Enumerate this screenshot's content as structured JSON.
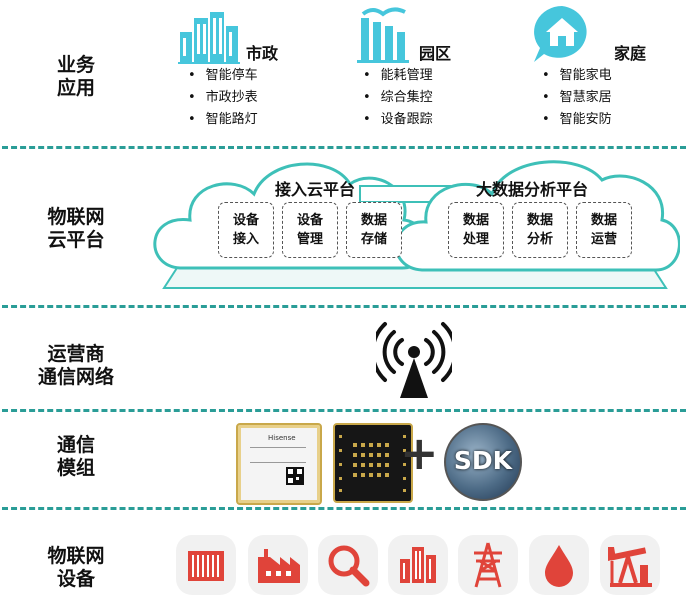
{
  "rows": {
    "business": "业务\n应用",
    "cloud": "物联网\n云平台",
    "carrier": "运营商\n通信网络",
    "module": "通信\n模组",
    "device": "物联网\n设备"
  },
  "business": [
    {
      "title": "市政",
      "icon": "city-buildings-icon",
      "items": [
        "智能停车",
        "市政抄表",
        "智能路灯"
      ]
    },
    {
      "title": "园区",
      "icon": "factory-icon",
      "items": [
        "能耗管理",
        "综合集控",
        "设备跟踪"
      ]
    },
    {
      "title": "家庭",
      "icon": "home-icon",
      "items": [
        "智能家电",
        "智慧家居",
        "智能安防"
      ]
    }
  ],
  "cloud": {
    "left_title": "接入云平台",
    "right_title": "大数据分析平台",
    "left_services": [
      "设备\n接入",
      "设备\n管理",
      "数据\n存储"
    ],
    "right_services": [
      "数据\n处理",
      "数据\n分析",
      "数据\n运营"
    ]
  },
  "module": {
    "chip_brand": "Hisense",
    "plus": "+",
    "sdk": "SDK"
  },
  "devices": [
    "meter-icon",
    "factory-icon",
    "search-icon",
    "buildings-icon",
    "power-tower-icon",
    "water-drop-icon",
    "oil-pump-icon"
  ],
  "colors": {
    "accent": "#2a9d97",
    "cloud_stroke": "#3ec0b8",
    "device_red": "#e0443a",
    "icon_cyan": "#46c6dc"
  }
}
